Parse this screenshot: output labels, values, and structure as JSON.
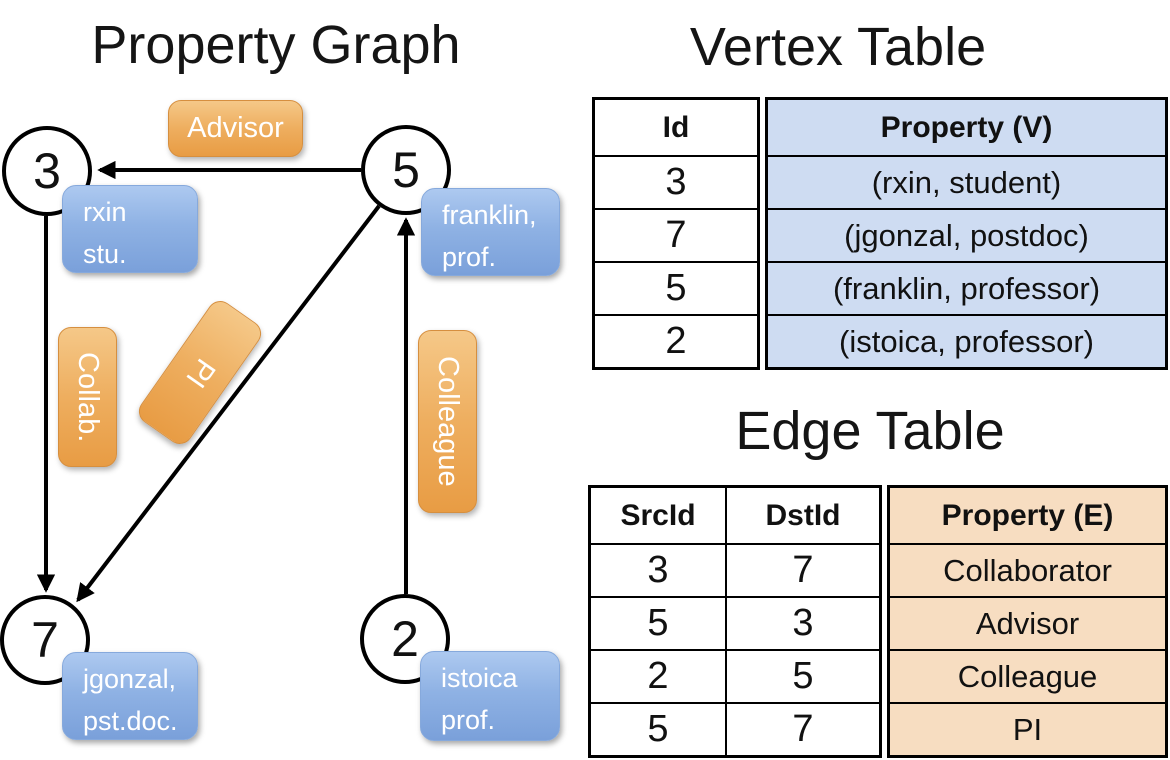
{
  "graph": {
    "title": "Property Graph",
    "nodes": {
      "n3": {
        "id": "3",
        "property": "rxin\nstu."
      },
      "n5": {
        "id": "5",
        "property": "franklin,\nprof."
      },
      "n7": {
        "id": "7",
        "property": "jgonzal,\npst.doc."
      },
      "n2": {
        "id": "2",
        "property": "istoica\nprof."
      }
    },
    "edge_labels": {
      "advisor": "Advisor",
      "collab": "Collab.",
      "pi": "PI",
      "colleague": "Colleague"
    }
  },
  "vertex_table": {
    "title": "Vertex Table",
    "col_id": "Id",
    "col_property": "Property (V)",
    "rows": [
      {
        "id": "3",
        "property": "(rxin, student)"
      },
      {
        "id": "7",
        "property": "(jgonzal, postdoc)"
      },
      {
        "id": "5",
        "property": "(franklin, professor)"
      },
      {
        "id": "2",
        "property": "(istoica, professor)"
      }
    ]
  },
  "edge_table": {
    "title": "Edge Table",
    "col_src": "SrcId",
    "col_dst": "DstId",
    "col_property": "Property (E)",
    "rows": [
      {
        "src": "3",
        "dst": "7",
        "property": "Collaborator"
      },
      {
        "src": "5",
        "dst": "3",
        "property": "Advisor"
      },
      {
        "src": "2",
        "dst": "5",
        "property": "Colleague"
      },
      {
        "src": "5",
        "dst": "7",
        "property": "PI"
      }
    ]
  },
  "colors": {
    "vertex_property_bg": "#cedcf2",
    "edge_property_bg": "#f7ddc1",
    "node_box_blue": "#7aa0da",
    "edge_label_orange": "#eeae5f",
    "stroke": "#000000"
  }
}
